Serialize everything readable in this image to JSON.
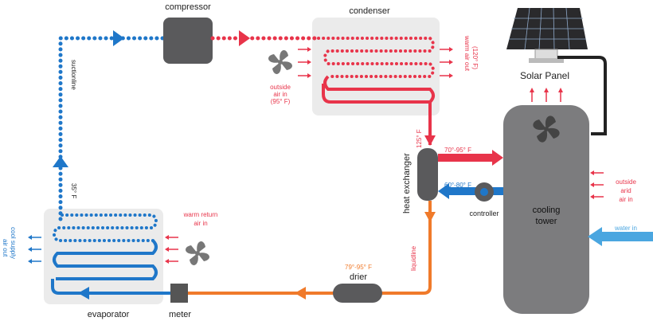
{
  "labels": {
    "compressor": "compressor",
    "condenser": "condenser",
    "solar_panel": "Solar Panel",
    "suction_line": "suctionline",
    "outside_air_line1": "outside",
    "outside_air_line2": "air in",
    "outside_air_line3": "(95° F)",
    "warm_air_out_line1": "warm air out",
    "warm_air_out_line2": "(120° F)",
    "temp_125": "125° F",
    "heat_exchanger": "heat exchanger",
    "temp_70_95_top": "70°-95° F",
    "temp_60_80": "60°-80° F",
    "controller": "controller",
    "cooling_tower_line1": "cooling",
    "cooling_tower_line2": "tower",
    "outside_arid_line1": "outside",
    "outside_arid_line2": "arid",
    "outside_arid_line3": "air in",
    "water_in": "water in",
    "temp_35": "35° F",
    "warm_return_line1": "warm return",
    "warm_return_line2": "air in",
    "cool_supply_line1": "cool supply",
    "cool_supply_line2": "air out",
    "liquidline": "liquidline",
    "temp_79_95": "79°-95° F",
    "drier": "drier",
    "evaporator": "evaporator",
    "meter": "meter"
  },
  "colors": {
    "hot_refrigerant": "#e8344a",
    "cold_refrigerant": "#1f77c9",
    "liquid_line": "#f07a2a",
    "component_gray": "#5a5a5c",
    "coil_bg": "#ebebeb",
    "water_in": "#4aa6e0"
  }
}
